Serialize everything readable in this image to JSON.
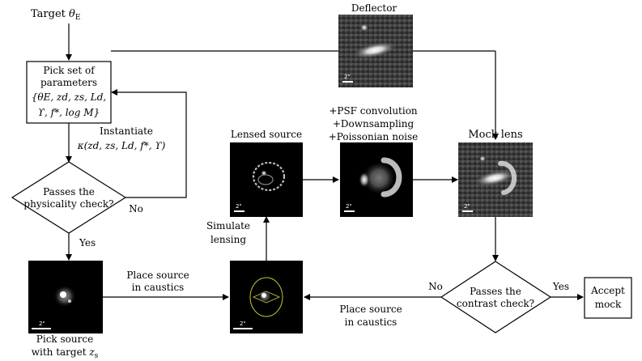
{
  "target": {
    "prefix": "Target ",
    "symbol": "θ",
    "sub": "E"
  },
  "deflector": {
    "title": "Deflector",
    "scale": "2\""
  },
  "params": {
    "l1": "Pick set of",
    "l2": "parameters",
    "l3": "{θE, zd, zs, Ld,",
    "l4": "ϒ, f*, log M}"
  },
  "instantiate": {
    "label": "Instantiate",
    "formula": "κ(zd, zs, Ld, f*, ϒ)"
  },
  "physicality": {
    "l1": "Passes the",
    "l2": "physicality check?",
    "no": "No",
    "yes": "Yes"
  },
  "lensed": {
    "title": "Lensed source",
    "scale": "2\""
  },
  "processing": {
    "l1": "+PSF convolution",
    "l2": "+Downsampling",
    "l3": "+Poissonian noise",
    "scale": "2\""
  },
  "mock": {
    "title": "Mock lens",
    "scale": "2\""
  },
  "simulate": {
    "l1": "Simulate",
    "l2": "lensing"
  },
  "place1": {
    "l1": "Place source",
    "l2": "in caustics"
  },
  "place2": {
    "l1": "Place source",
    "l2": "in caustics"
  },
  "pick_source": {
    "l1": "Pick source",
    "l2": "with target ",
    "sym": "z",
    "sub": "s",
    "scale": "2\""
  },
  "caustics_img": {
    "scale": "2\""
  },
  "contrast": {
    "l1": "Passes the",
    "l2": "contrast check?",
    "no": "No",
    "yes": "Yes"
  },
  "accept": {
    "l1": "Accept",
    "l2": "mock"
  }
}
